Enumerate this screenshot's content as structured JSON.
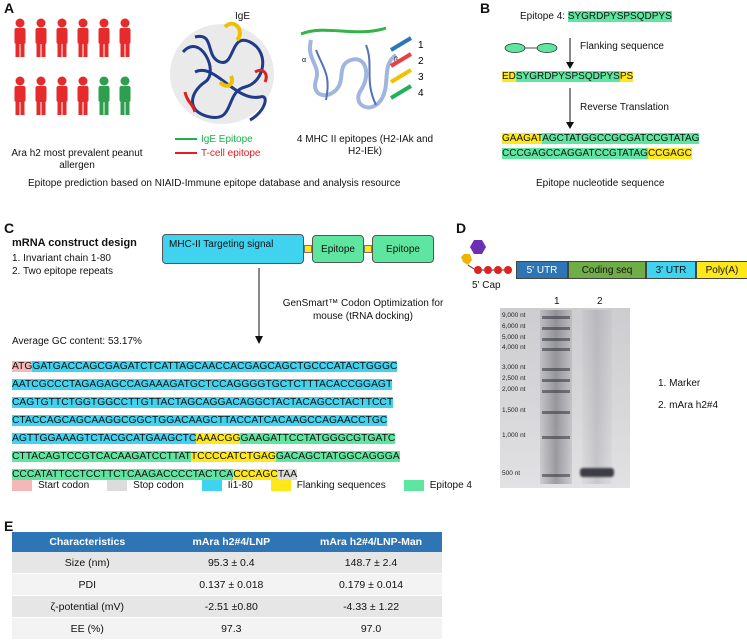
{
  "panelA": {
    "label": "A",
    "ige_label": "IgE",
    "caption_people": "Ara h2 most prevalent peanut allergen",
    "legend_ige": "IgE Epitope",
    "legend_tcell": "T-cell epitope",
    "mhc_caption": "4 MHC II epitopes (H2-IAk and H2-IEk)",
    "mhc_alpha": "α",
    "mhc_beta": "β",
    "bar_labels": [
      "1",
      "2",
      "3",
      "4"
    ],
    "bar_colors": [
      "#2e75b6",
      "#e84040",
      "#f2c200",
      "#21b05e"
    ],
    "footer": "Epitope prediction based on NIAID-Immune epitope database and analysis resource"
  },
  "panelB": {
    "label": "B",
    "epitope_prefix": "Epitope 4: ",
    "epitope_seq": "SYGRDPYSPSQDPYS",
    "flank_label": "Flanking sequence",
    "flank_left": "ED",
    "flank_mid": "SYGRDPYSPSQDPYS",
    "flank_right": "PS",
    "rt_label": "Reverse Translation",
    "nt_line1_a": "GAAGAT",
    "nt_line1_b": "AGCTATGGCCGCGATCCGTATAG",
    "nt_line2_a": "CCCGAGCCAGGATCCGTATAG",
    "nt_line2_b": "CCGAGC",
    "footer": "Epitope nucleotide sequence"
  },
  "panelC": {
    "label": "C",
    "title": "mRNA construct design",
    "item1": "1.   Invariant chain 1-80",
    "item2": "2.   Two epitope repeats",
    "box_mhc": "MHC-II Targeting signal",
    "box_ep1": "Epitope",
    "box_ep2": "Epitope",
    "codon_opt": "GenSmart™ Codon Optimization for mouse (tRNA docking)",
    "gc": "Average GC content: 53.17%",
    "seq_lines": [
      [
        {
          "t": "ATG",
          "c": "start"
        },
        {
          "t": "GATGACCAGCGAGATCTCATTAGCAACCACGAGCAGCTGCCCATACTGGGC",
          "c": "ii"
        }
      ],
      [
        {
          "t": "AATCGCCCTAGAGAGCCAGAAAGATGCTCCAGGGGTGCTCTTTACACCGGAGT",
          "c": "ii"
        }
      ],
      [
        {
          "t": "CAGTGTTCTGGTGGCCTTGTTACTAGCAGGACAGGCTACTACAGCCTACTTCCT",
          "c": "ii"
        }
      ],
      [
        {
          "t": "CTACCAGCAGCAAGGCGGCTGGACAAGCTTACCATCACAAGCCAGAACCTGC",
          "c": "ii"
        }
      ],
      [
        {
          "t": "AGTTGGAAAGTCTACGCATGAAGCTC",
          "c": "ii"
        },
        {
          "t": "AAACGG",
          "c": "flank"
        },
        {
          "t": "GAAGATTCCTATGGGCGTGATC",
          "c": "ep"
        }
      ],
      [
        {
          "t": "CTTACAGTCCGTCACAAGATCCTTAT",
          "c": "ep"
        },
        {
          "t": "TCCCCATCTGAG",
          "c": "flank"
        },
        {
          "t": "GACAGCTATGGCAGGGA",
          "c": "ep"
        }
      ],
      [
        {
          "t": "CCCATATTCCTCCTTCTCAAGACCCCTACTCA",
          "c": "ep"
        },
        {
          "t": "CCCAGC",
          "c": "flank"
        },
        {
          "t": "TAA",
          "c": "stop"
        }
      ]
    ],
    "legend": [
      {
        "label": "Start codon",
        "c": "start"
      },
      {
        "label": "Stop codon",
        "c": "stop"
      },
      {
        "label": "Ii1-80",
        "c": "ii"
      },
      {
        "label": "Flanking sequences",
        "c": "flank"
      },
      {
        "label": "Epitope 4",
        "c": "ep"
      }
    ],
    "colors": {
      "start": "#f4b8b8",
      "stop": "#dcdcdc",
      "ii": "#3fd3f0",
      "flank": "#ffe81a",
      "ep": "#5ee6a0"
    }
  },
  "panelD": {
    "label": "D",
    "cap": "5' Cap",
    "utr5": "5' UTR",
    "coding": "Coding seq",
    "utr3": "3' UTR",
    "polya": "Poly(A)",
    "lane1": "1",
    "lane2": "2",
    "markers": [
      "9,000 nt",
      "6,000 nt",
      "5,000 nt",
      "4,000 nt",
      "3,000 nt",
      "2,500 nt",
      "2,000 nt",
      "1,500 nt",
      "1,000 nt",
      "500 nt"
    ],
    "key1": "1. Marker",
    "key2": "2. mAra h2#4"
  },
  "panelE": {
    "label": "E",
    "headers": [
      "Characteristics",
      "mAra h2#4/LNP",
      "mAra h2#4/LNP-Man"
    ],
    "rows": [
      [
        "Size (nm)",
        "95.3 ± 0.4",
        "148.7 ± 2.4"
      ],
      [
        "PDI",
        "0.137 ± 0.018",
        "0.179 ± 0.014"
      ],
      [
        "ζ-potential (mV)",
        "-2.51 ±0.80",
        "-4.33 ± 1.22"
      ],
      [
        "EE (%)",
        "97.3",
        "97.0"
      ]
    ]
  }
}
